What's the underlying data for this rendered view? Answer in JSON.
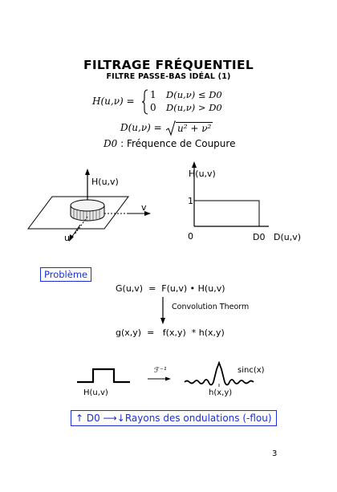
{
  "title": "FILTRAGE FRÉQUENTIEL",
  "subtitle": "FILTRE PASSE-BAS IDÉAL (1)",
  "eq1": {
    "lhs": "H(u,ν) =",
    "case1_value": "1",
    "case1_cond": "D(u,ν) ≤ D0",
    "case2_value": "0",
    "case2_cond": "D(u,ν) > D0"
  },
  "eq2": {
    "lhs": "D(u,ν) =",
    "radicand": "u² + ν²"
  },
  "cutoff": {
    "symbol": "D0",
    "text": ": Fréquence de Coupure"
  },
  "diagram3d": {
    "axis_h": "H(u,v)",
    "axis_v": "v",
    "axis_u": "u"
  },
  "plot2d": {
    "ylabel": "H(u,v)",
    "xlabel": "D(u,v)",
    "tick_one": "1",
    "origin": "0",
    "tick_d0": "D0"
  },
  "probleme_label": "Problème",
  "conv_eq1": "G(u,v)  =  F(u,v) • H(u,v)",
  "convolution_label": "Convolution Theorm",
  "conv_eq2": "g(x,y)  =   f(x,y)  * h(x,y)",
  "transform": {
    "left_label": "H(u,v)",
    "operator": "ℱ⁻¹",
    "sinc_label": "sinc(x)",
    "right_label": "h(x,y)"
  },
  "conclusion": {
    "text": "↑ D0 ⟶↓Rayons des ondulations (-flou)"
  },
  "page_number": "3"
}
